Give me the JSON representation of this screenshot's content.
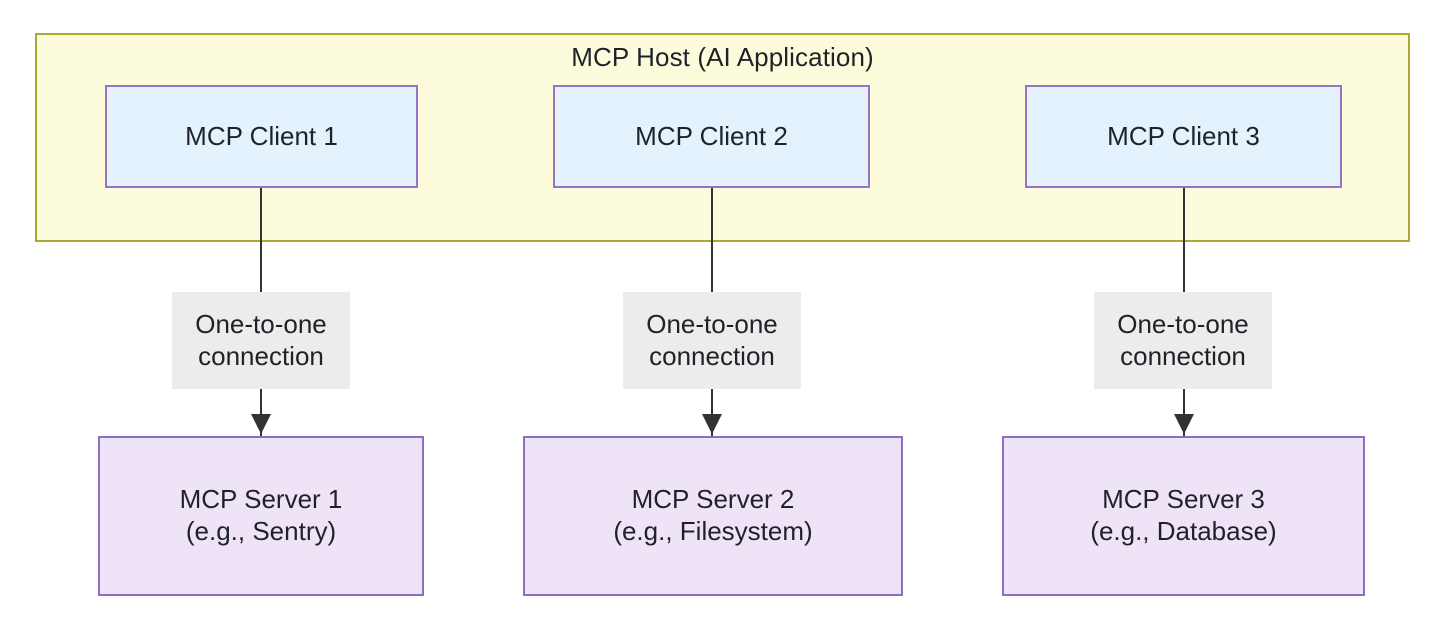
{
  "diagram": {
    "type": "architecture-flowchart",
    "title": "MCP Host (AI Application)",
    "host": {
      "label": "MCP Host (AI Application)",
      "fill_color": "#FCFCDC",
      "border_color": "#AAAA33"
    },
    "clients": [
      {
        "id": "client-1",
        "label": "MCP Client 1",
        "fill_color": "#E3F2FD",
        "border_color": "#9673C8"
      },
      {
        "id": "client-2",
        "label": "MCP Client 2",
        "fill_color": "#E3F2FD",
        "border_color": "#9673C8"
      },
      {
        "id": "client-3",
        "label": "MCP Client 3",
        "fill_color": "#E3F2FD",
        "border_color": "#9673C8"
      }
    ],
    "servers": [
      {
        "id": "server-1",
        "line1": "MCP Server 1",
        "line2": "(e.g., Sentry)",
        "fill_color": "#EFE4F7",
        "border_color": "#8A70C0"
      },
      {
        "id": "server-2",
        "line1": "MCP Server 2",
        "line2": "(e.g., Filesystem)",
        "fill_color": "#EFE4F7",
        "border_color": "#8A70C0"
      },
      {
        "id": "server-3",
        "line1": "MCP Server 3",
        "line2": "(e.g., Database)",
        "fill_color": "#EFE4F7",
        "border_color": "#8A70C0"
      }
    ],
    "edges": [
      {
        "id": "edge-1",
        "from": "client-1",
        "to": "server-1",
        "line1": "One-to-one",
        "line2": "connection",
        "label_bg": "#ECECEC",
        "line_color": "#333333"
      },
      {
        "id": "edge-2",
        "from": "client-2",
        "to": "server-2",
        "line1": "One-to-one",
        "line2": "connection",
        "label_bg": "#ECECEC",
        "line_color": "#333333"
      },
      {
        "id": "edge-3",
        "from": "client-3",
        "to": "server-3",
        "line1": "One-to-one",
        "line2": "connection",
        "label_bg": "#ECECEC",
        "line_color": "#333333"
      }
    ]
  }
}
